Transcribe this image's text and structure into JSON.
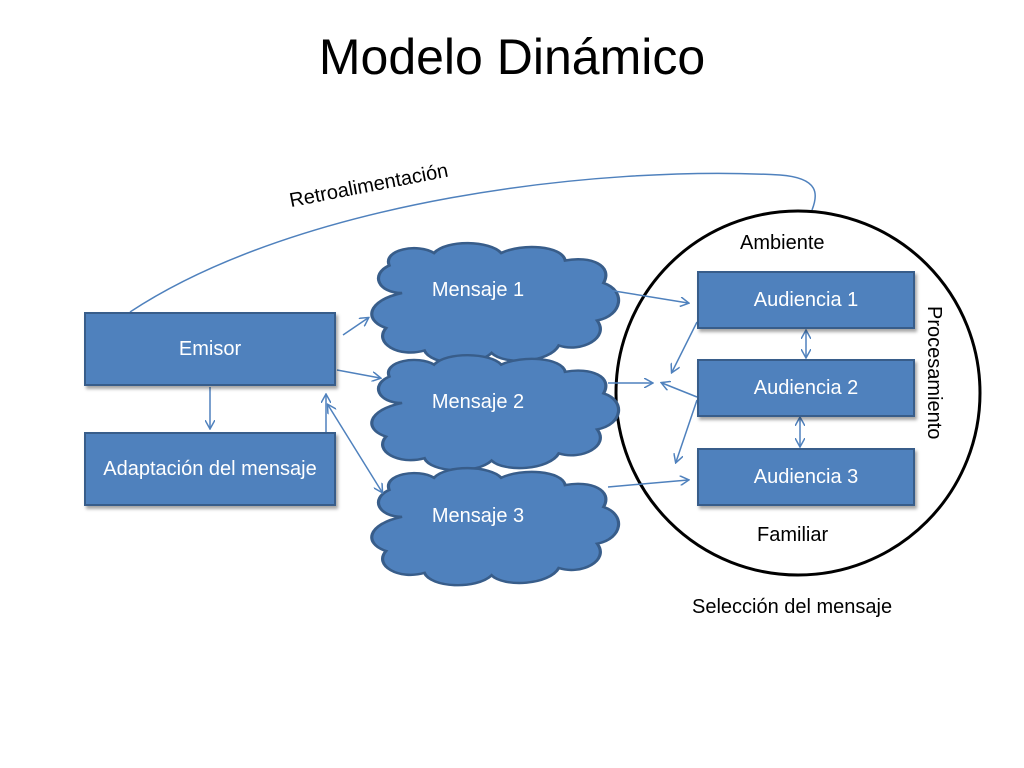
{
  "title": "Modelo Dinámico",
  "colors": {
    "box_fill": "#4f81bd",
    "box_border": "#385d8a",
    "arrow": "#4f81bd"
  },
  "nodes": {
    "emisor": "Emisor",
    "adaptacion": "Adaptación del mensaje",
    "mensaje_1": "Mensaje 1",
    "mensaje_2": "Mensaje 2",
    "mensaje_3": "Mensaje 3",
    "audiencia_1": "Audiencia 1",
    "audiencia_2": "Audiencia 2",
    "audiencia_3": "Audiencia 3"
  },
  "labels": {
    "retroalimentacion": "Retroalimentación",
    "ambiente": "Ambiente",
    "procesamiento": "Procesamiento",
    "familiar": "Familiar",
    "seleccion": "Selección del mensaje"
  }
}
